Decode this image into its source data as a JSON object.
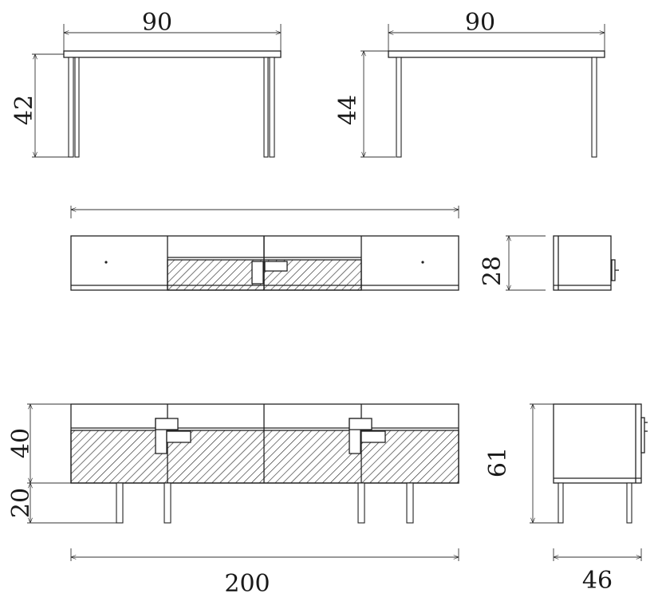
{
  "dimensions": {
    "table_a_width": "90",
    "table_a_height": "42",
    "table_b_width": "90",
    "table_b_height": "44",
    "wall_unit_height": "28",
    "console_upper_height": "40",
    "console_leg_height": "20",
    "console_total_height": "61",
    "console_width": "200",
    "console_depth": "46"
  },
  "colors": {
    "line": "#222222",
    "background": "#ffffff"
  }
}
